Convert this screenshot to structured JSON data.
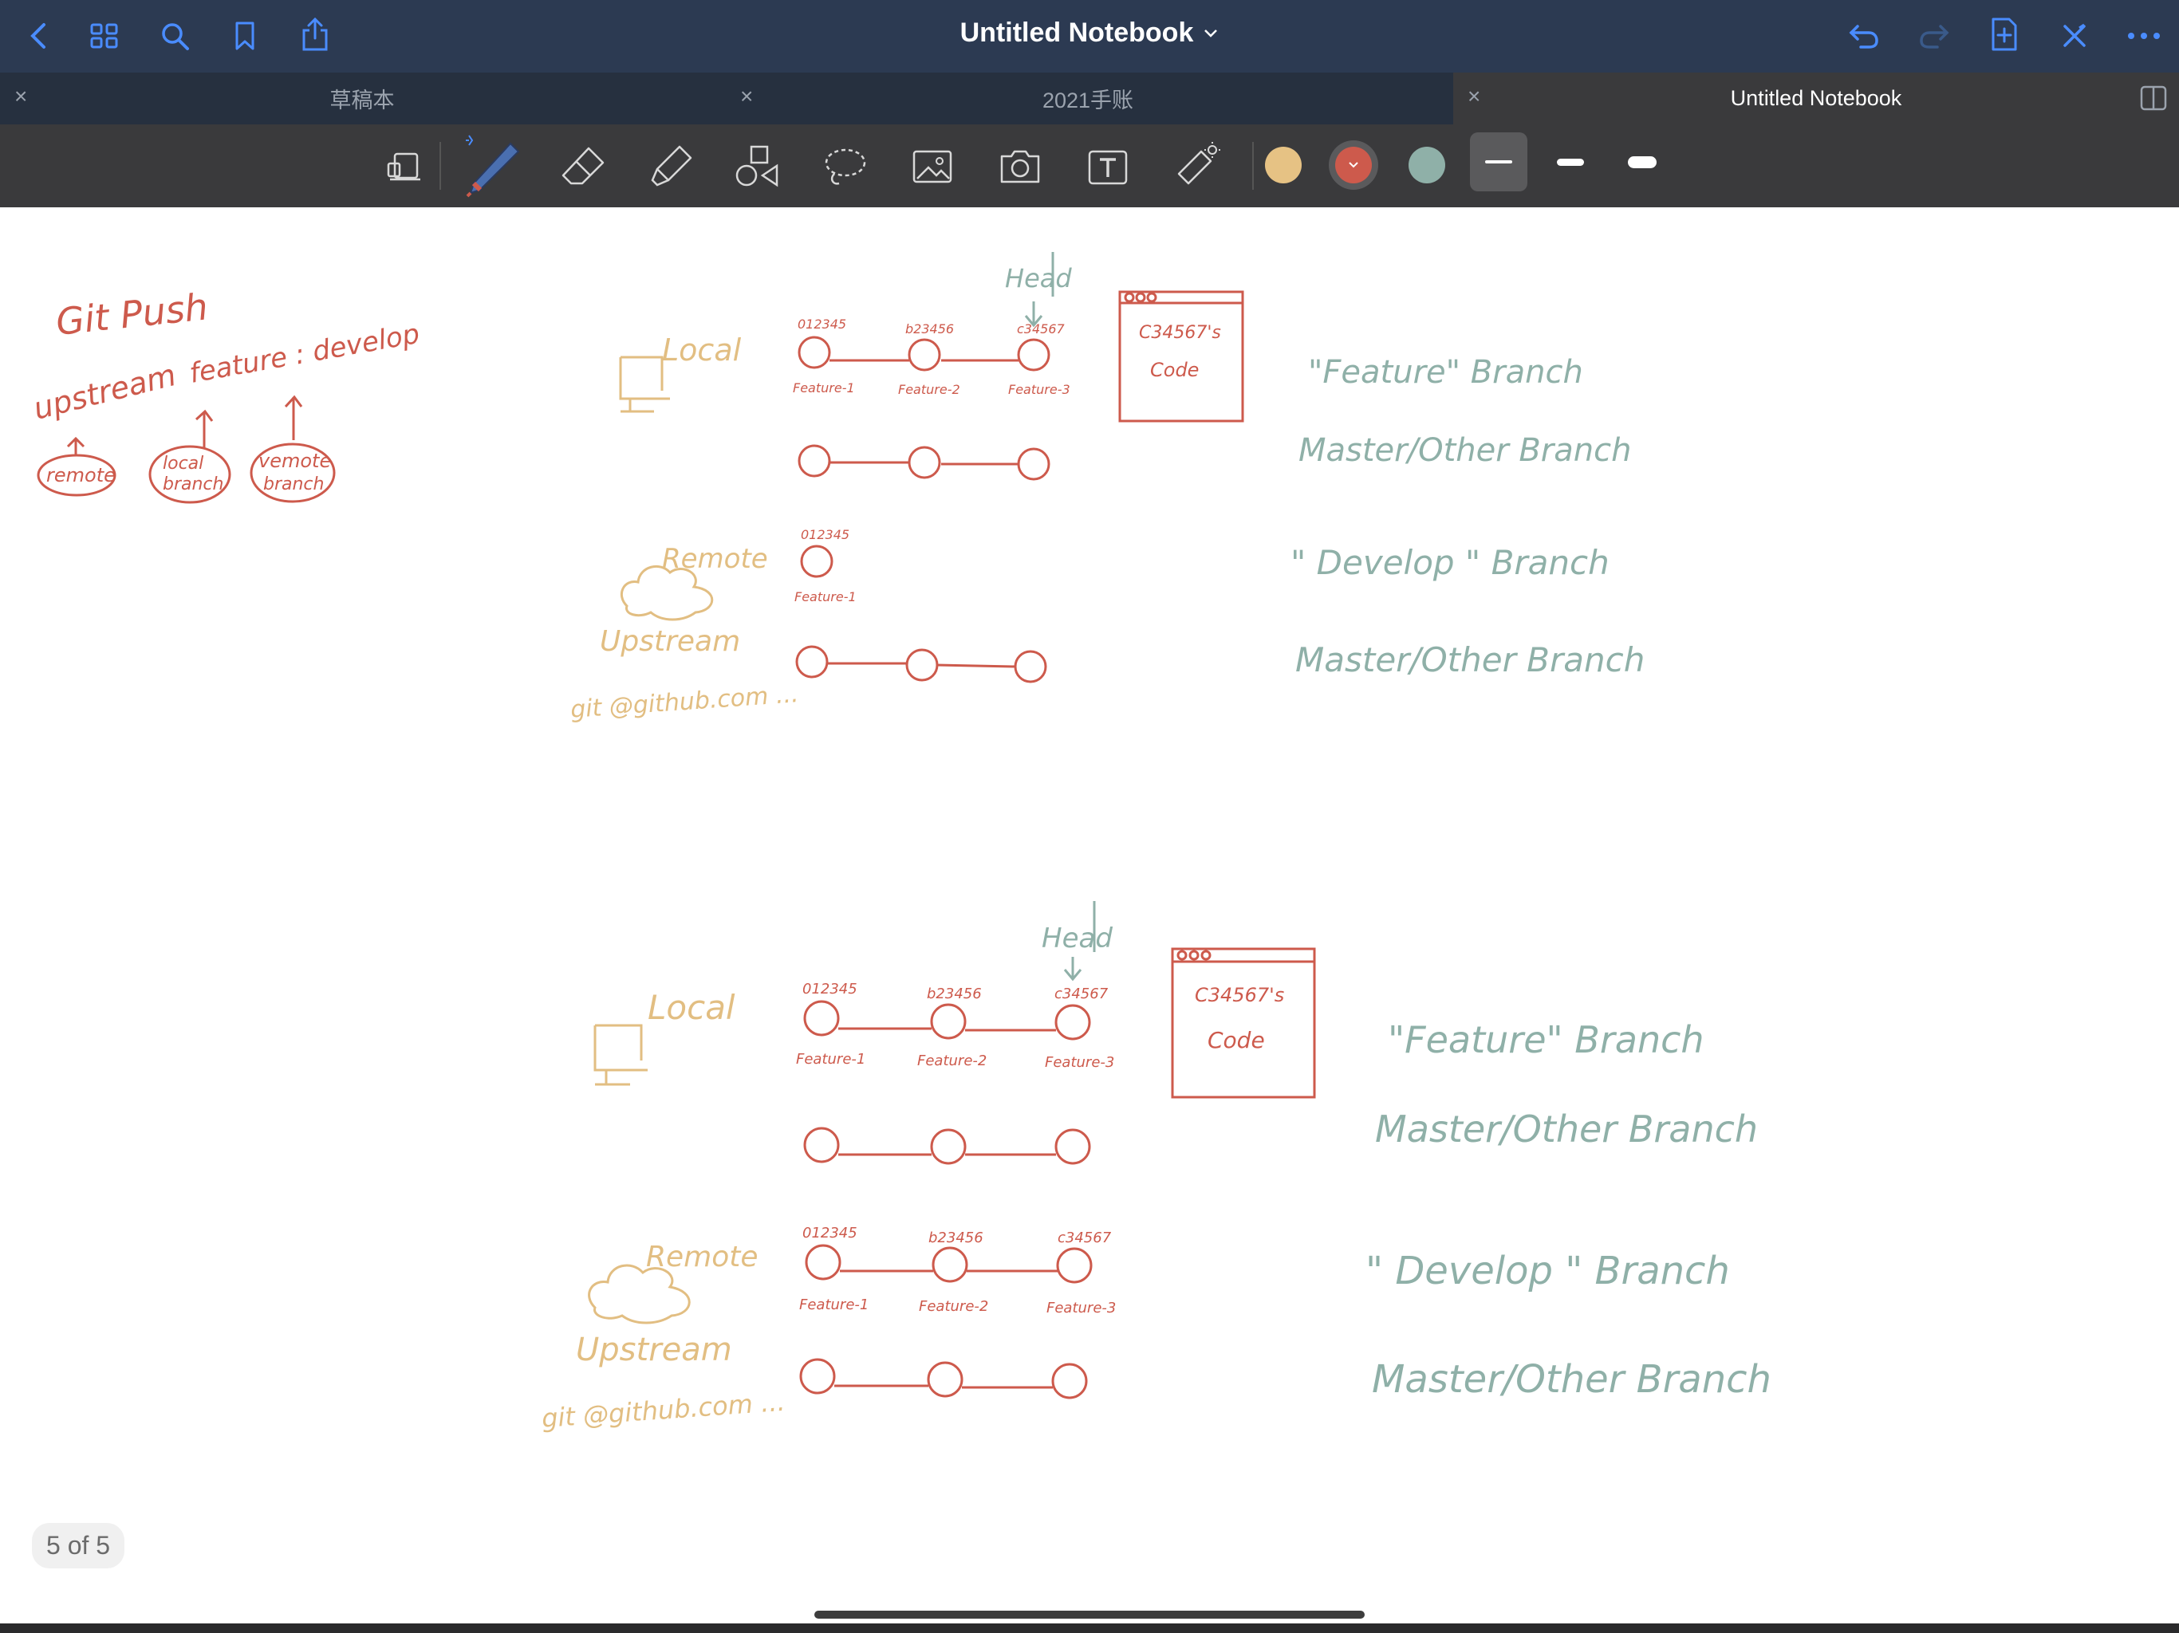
{
  "header": {
    "title": "Untitled Notebook",
    "icons": [
      "back-icon",
      "grid-icon",
      "search-icon",
      "bookmark-icon",
      "share-icon",
      "undo-icon",
      "redo-icon",
      "add-page-icon",
      "close-tools-icon",
      "more-icon"
    ]
  },
  "tabs": [
    {
      "label": "草稿本",
      "active": false
    },
    {
      "label": "2021手账",
      "active": false
    },
    {
      "label": "Untitled Notebook",
      "active": true
    }
  ],
  "toolbar": {
    "tools": [
      "zoom-window",
      "pen",
      "eraser",
      "highlighter",
      "shapes",
      "lasso",
      "image",
      "camera",
      "text",
      "laser"
    ],
    "colors": [
      "#e6c284",
      "#cd5a4c",
      "#8fb0a8"
    ],
    "selected_color": "#cd5a4c",
    "stroke_widths": [
      "thin",
      "medium",
      "thick"
    ],
    "selected_stroke": "thin"
  },
  "notes": {
    "git_push": "Git Push",
    "upstream": "upstream",
    "feature_develop": "feature : develop",
    "remote": "remote",
    "local_branch_1": "local",
    "local_branch_2": "branch",
    "remote_branch_1": "vemote",
    "remote_branch_2": "branch",
    "local": "Local",
    "remote_label": "Remote",
    "upstream_label": "Upstream",
    "git_url": "git @github.com ...",
    "head": "Head",
    "code_title": "C34567's",
    "code_label": "Code",
    "hash1": "012345",
    "hash2": "b23456",
    "hash3": "c34567",
    "feat1": "Feature-1",
    "feat2": "Feature-2",
    "feat3": "Feature-3",
    "feature_branch": "\"Feature\"  Branch",
    "develop_branch": "\" Develop \"  Branch",
    "master_other": "Master/Other  Branch"
  },
  "page_indicator": "5 of 5"
}
